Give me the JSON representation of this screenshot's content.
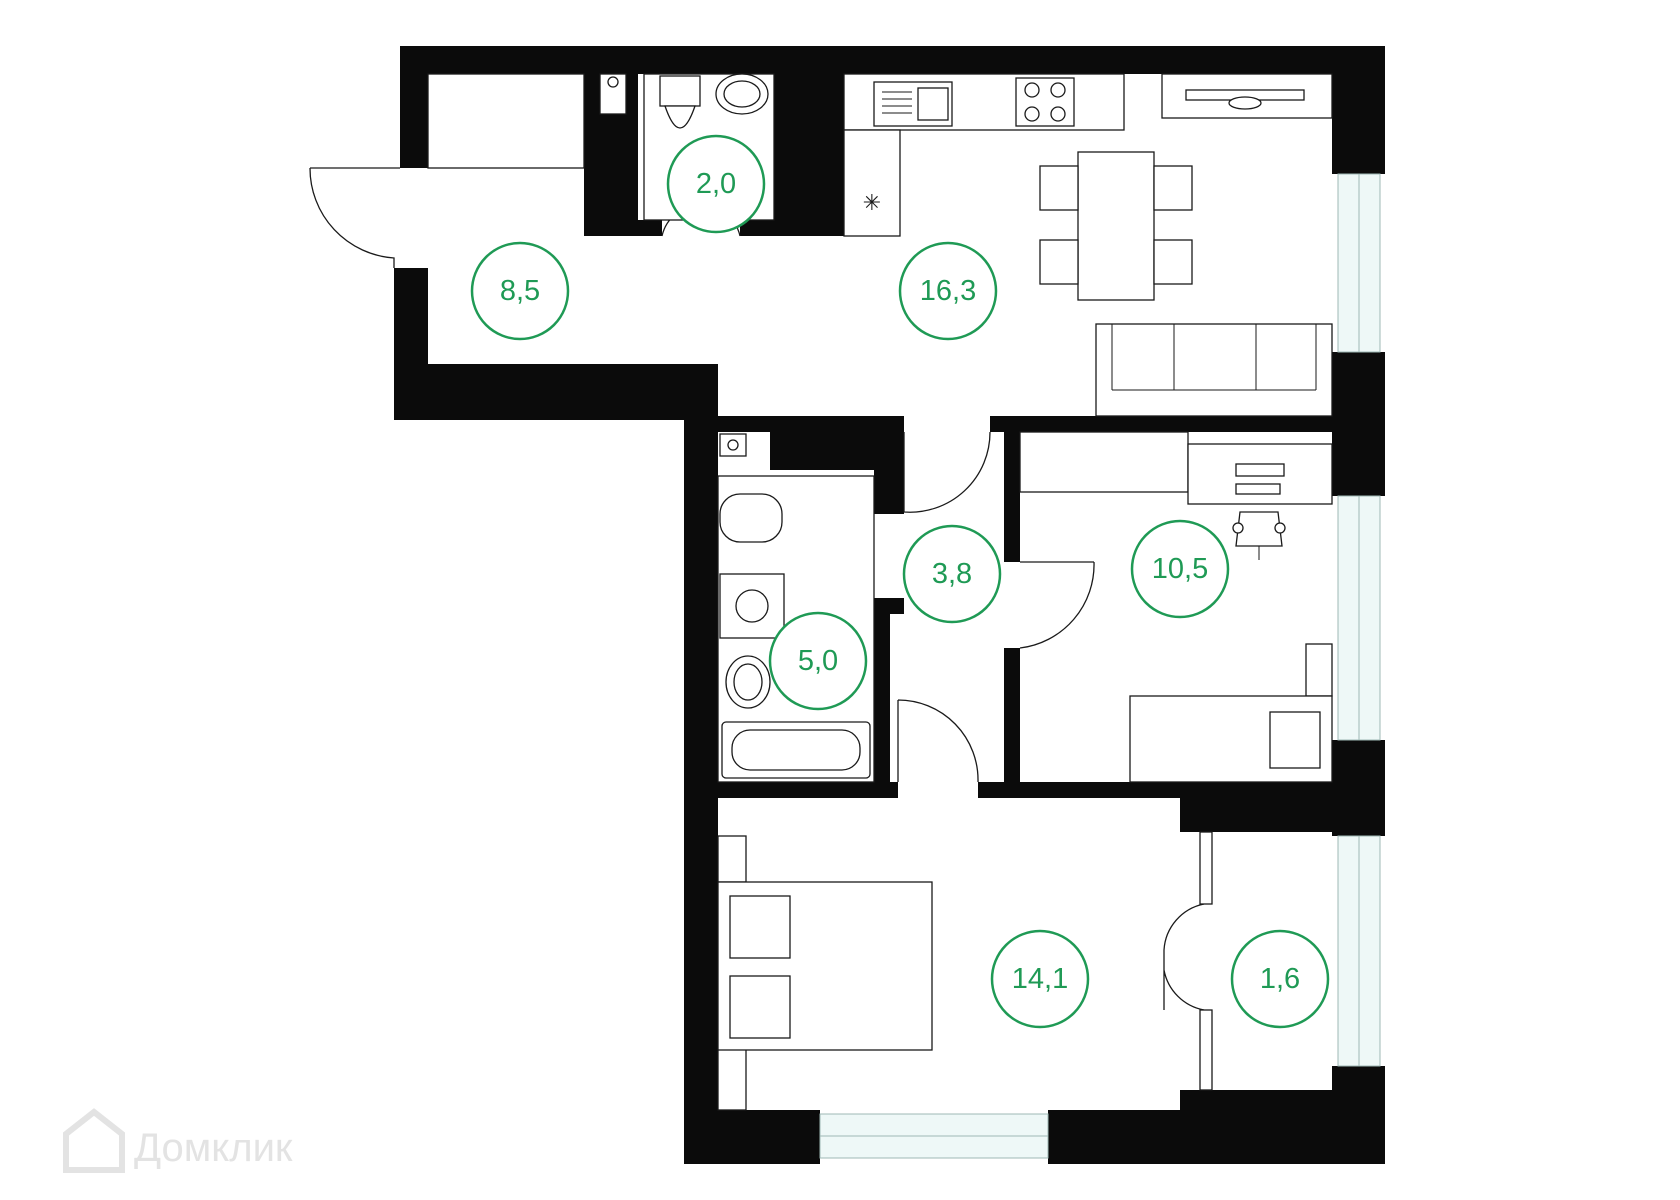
{
  "rooms": [
    {
      "id": "hallway",
      "area": "8,5"
    },
    {
      "id": "wc",
      "area": "2,0"
    },
    {
      "id": "kitchen-living",
      "area": "16,3"
    },
    {
      "id": "corridor",
      "area": "3,8"
    },
    {
      "id": "bathroom",
      "area": "5,0"
    },
    {
      "id": "bedroom-small",
      "area": "10,5"
    },
    {
      "id": "bedroom-main",
      "area": "14,1"
    },
    {
      "id": "balcony",
      "area": "1,6"
    }
  ],
  "watermark": {
    "text": "Домклик"
  },
  "colors": {
    "accent": "#1f9a55",
    "wall": "#0b0b0b",
    "window": "#eef8f7"
  }
}
